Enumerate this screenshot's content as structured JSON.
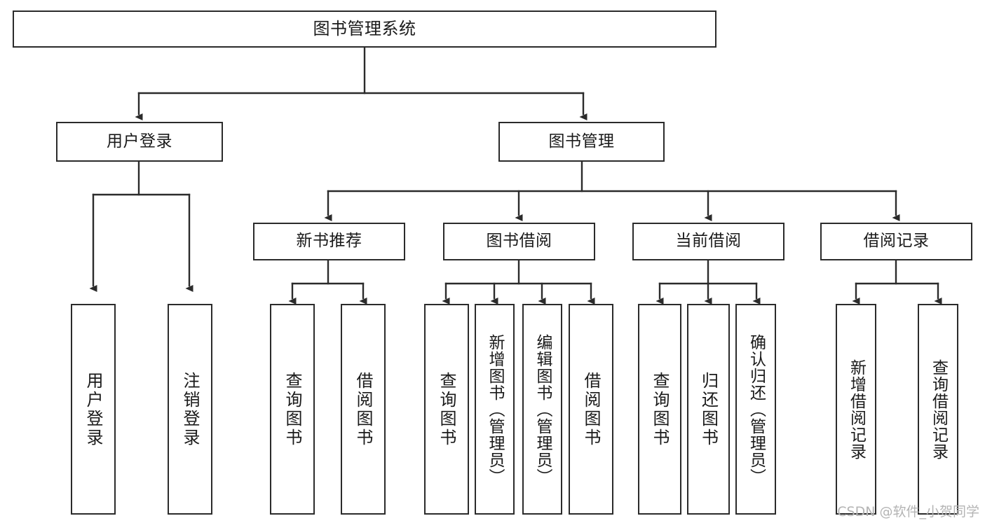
{
  "diagram": {
    "title": "图书管理系统",
    "type": "tree-hierarchy-chart",
    "root": {
      "label": "图书管理系统"
    },
    "level2": [
      {
        "label": "用户登录"
      },
      {
        "label": "图书管理"
      }
    ],
    "level3": [
      {
        "label": "新书推荐"
      },
      {
        "label": "图书借阅"
      },
      {
        "label": "当前借阅"
      },
      {
        "label": "借阅记录"
      }
    ],
    "leaves": {
      "user_login": [
        {
          "label": "用户登录"
        },
        {
          "label": "注销登录"
        }
      ],
      "new_book_recommend": [
        {
          "label": "查询图书"
        },
        {
          "label": "借阅图书"
        }
      ],
      "book_borrow": [
        {
          "label": "查询图书"
        },
        {
          "label": "新增图书（管理员）"
        },
        {
          "label": "编辑图书（管理员）"
        },
        {
          "label": "借阅图书"
        }
      ],
      "current_borrow": [
        {
          "label": "查询图书"
        },
        {
          "label": "归还图书"
        },
        {
          "label": "确认归还（管理员）"
        }
      ],
      "borrow_record": [
        {
          "label": "新增借阅记录"
        },
        {
          "label": "查询借阅记录"
        }
      ]
    }
  },
  "watermark": {
    "text": "CSDN @软件_小贺同学"
  },
  "colors": {
    "border": "#2b2b2b",
    "text": "#1a1a1a",
    "background": "#ffffff",
    "connector": "#2b2b2b",
    "watermark": "#b4b4b4"
  }
}
